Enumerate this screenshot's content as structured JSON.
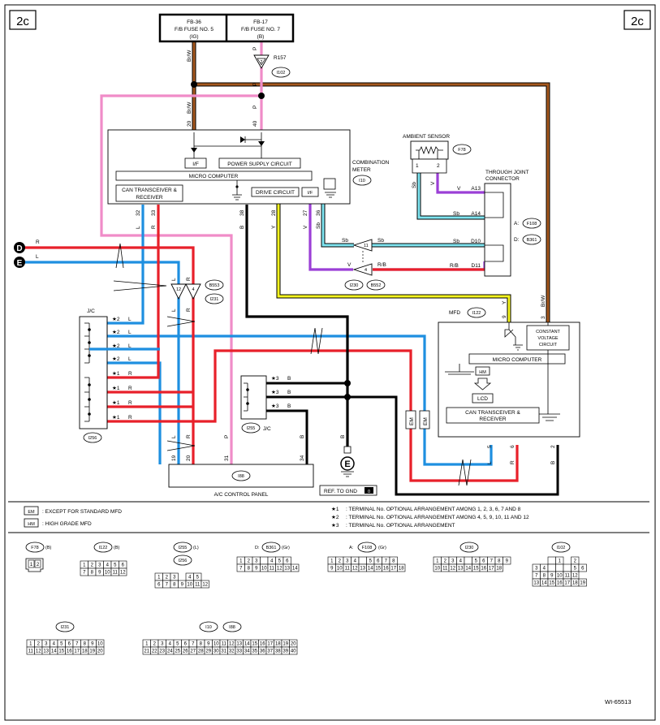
{
  "page": {
    "code_left": "2c",
    "code_right": "2c",
    "figure_id": "WI-65513"
  },
  "fuses": {
    "left": {
      "name": "FB-36",
      "desc": "F/B FUSE NO. 5",
      "note": "(IG)"
    },
    "right": {
      "name": "FB-17",
      "desc": "F/B FUSE NO. 7",
      "note": "(B)"
    }
  },
  "connector_labels": {
    "r157": "R157",
    "i102": "I102",
    "b553": "B553",
    "i231": "I231",
    "i10": "I10",
    "f78": "F78",
    "f108": "F108",
    "b361": "B361",
    "i230": "I230",
    "b552": "B552",
    "i122": "I122",
    "i256": "I256",
    "i255": "I255",
    "i88": "I88"
  },
  "components": {
    "combination_meter": [
      "COMBINATION",
      "METER"
    ],
    "ambient_sensor": "AMBIENT SENSOR",
    "through_joint": [
      "THROUGH JOINT",
      "CONNECTOR"
    ],
    "mfd": "MFD",
    "ac_panel": "A/C CONTROL PANEL",
    "micro_computer": "MICRO COMPUTER",
    "power_supply": "POWER SUPPLY CIRCUIT",
    "if_label": "I/F",
    "can_transceiver": [
      "CAN TRANSCEIVER &",
      "RECEIVER"
    ],
    "drive_circuit": "DRIVE CIRCUIT",
    "constant_voltage": [
      "CONSTANT",
      "VOLTAGE",
      "CIRCUIT"
    ],
    "hm": "HM",
    "lcd": "LCD",
    "jc": "J/C",
    "ground": "E",
    "ref_gnd": "REF. TO GND",
    "ref_gnd_num": "0",
    "jc_ab": [
      "A:",
      "D:"
    ]
  },
  "wires": {
    "brw": "Br/W",
    "p": "P",
    "l": "L",
    "r": "R",
    "b": "B",
    "y": "Y",
    "v": "V",
    "sb": "Sb",
    "rb": "R/B",
    "em": "EM",
    "pin20": "20",
    "pin40": "40",
    "pin32": "32",
    "pin33": "33",
    "pin38": "38",
    "pin28": "28",
    "pin27": "27",
    "pin36": "36",
    "pin1": "1",
    "pin2": "2",
    "a13": "A13",
    "a14": "A14",
    "d10": "D10",
    "d11": "D11",
    "pin9": "9",
    "pin3": "3",
    "pin5": "5",
    "pin6": "6",
    "pin19": "19",
    "pin31": "31",
    "pin34": "34",
    "pin8": "8"
  },
  "harness_marks": {
    "s1": "★1",
    "s2": "★2",
    "s3": "★3"
  },
  "edge_connectors": [
    "D",
    "E"
  ],
  "legend": {
    "em_code": "EM",
    "em_text": ": EXCEPT FOR STANDARD MFD",
    "hm_code": "HM",
    "hm_text": ": HIGH GRADE MFD",
    "notes": [
      {
        "mark": "★1",
        "text": ": TERMINAL No. OPTIONAL ARRANGEMENT AMONG 1, 2, 3, 6, 7 AND 8"
      },
      {
        "mark": "★2",
        "text": ": TERMINAL No. OPTIONAL ARRANGEMENT AMONG 4, 5, 9, 10, 11 AND 12"
      },
      {
        "mark": "★3",
        "text": ": TERMINAL No. OPTIONAL ARRANGEMENT"
      }
    ]
  },
  "pinouts": {
    "f78": {
      "label": "F78",
      "color": "(B)"
    },
    "i122": {
      "label": "I122",
      "color": "(B)"
    },
    "i255": {
      "label": "I255",
      "color": "(L)"
    },
    "i256": {
      "label": "I256"
    },
    "b361": {
      "prefix": "D:",
      "label": "B361",
      "color": "(Gr)"
    },
    "f108": {
      "prefix": "A:",
      "label": "F108",
      "color": "(Gr)"
    },
    "i230": {
      "label": "I230"
    },
    "i102": {
      "label": "I102"
    },
    "i231": {
      "label": "I231"
    },
    "i10": {
      "label": "I10"
    },
    "i88": {
      "label": "I88"
    }
  }
}
